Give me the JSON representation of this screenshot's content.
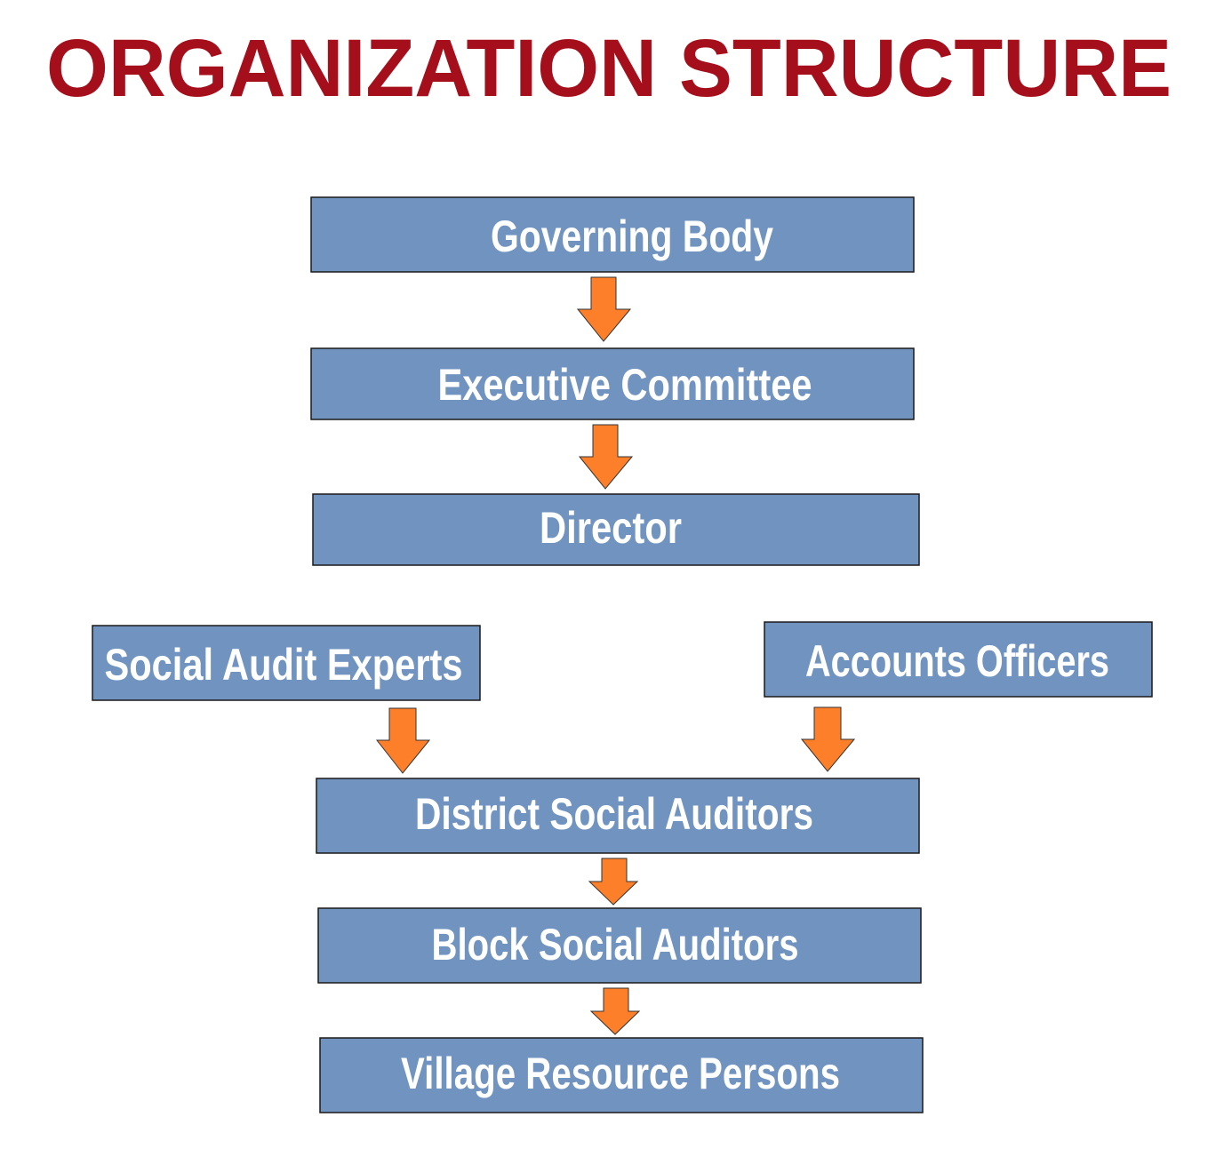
{
  "title": "ORGANIZATION STRUCTURE",
  "nodes": {
    "governing_body": "Governing Body",
    "executive_committee": "Executive Committee",
    "director": "Director",
    "social_audit_experts": "Social Audit  Experts",
    "accounts_officers": "Accounts Officers",
    "district_social_auditors": "District Social Auditors",
    "block_social_auditors": "Block Social Auditors",
    "village_resource_persons": "Village Resource Persons"
  },
  "colors": {
    "title": "#a50f1b",
    "box": "#7093c0",
    "arrow": "#fe7f2a"
  }
}
